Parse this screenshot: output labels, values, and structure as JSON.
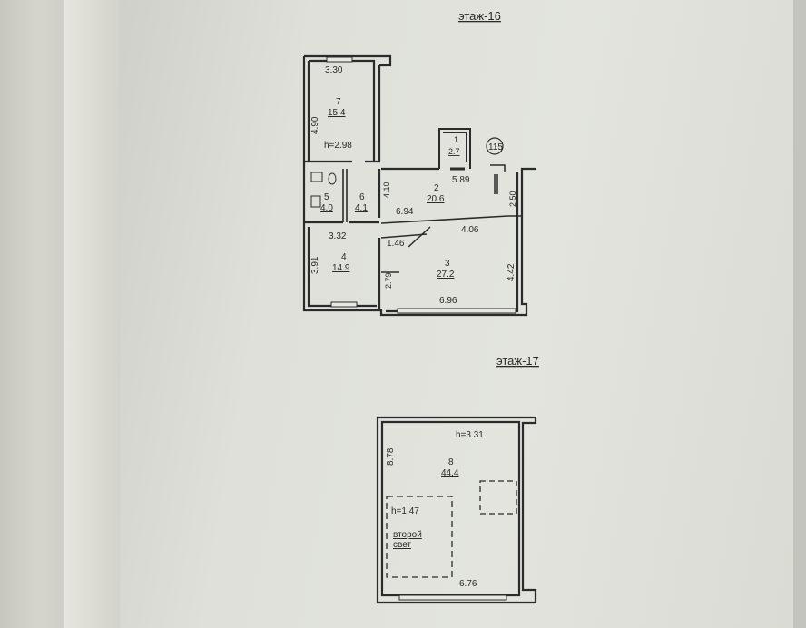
{
  "floor16": {
    "title": "этаж-16",
    "marker": "115",
    "rooms": {
      "r7": {
        "num": "7",
        "area": "15.4",
        "height": "h=2.98",
        "w": "3.30",
        "d": "4.90"
      },
      "r1": {
        "num": "1",
        "area": "2.7"
      },
      "r2": {
        "num": "2",
        "area": "20.6",
        "a": "5.89",
        "b": "6.94",
        "c": "4.10",
        "d": "2.50"
      },
      "r5": {
        "num": "5",
        "area": "4.0"
      },
      "r6": {
        "num": "6",
        "area": "4.1"
      },
      "r4": {
        "num": "4",
        "area": "14.9",
        "w": "3.32",
        "d": "3.91"
      },
      "r3": {
        "num": "3",
        "area": "27.2",
        "a": "4.06",
        "b": "1.46",
        "c": "2.79",
        "d": "4.42",
        "e": "6.96"
      }
    }
  },
  "floor17": {
    "title": "этаж-17",
    "room": {
      "num": "8",
      "area": "44.4",
      "height": "h=3.31",
      "d": "8.78",
      "w": "6.76"
    },
    "void": {
      "height": "h=1.47",
      "line1": "второй",
      "line2": "свет"
    }
  }
}
